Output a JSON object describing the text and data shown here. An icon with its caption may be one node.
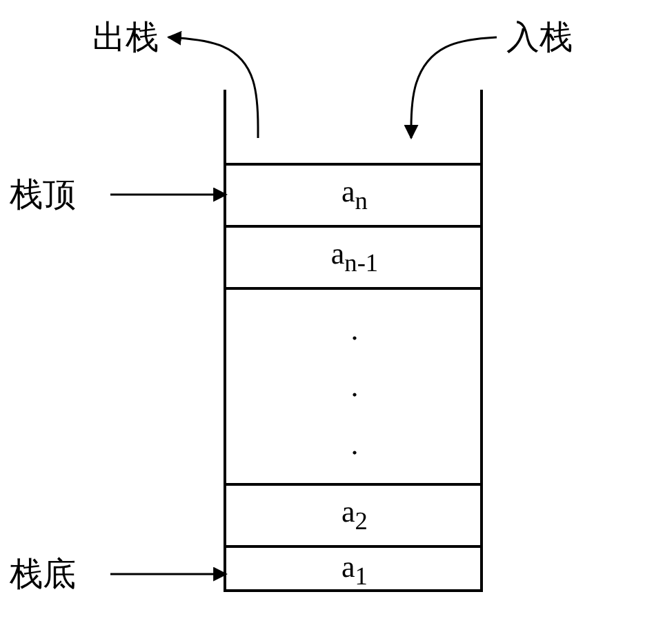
{
  "diagram": {
    "nodes": [
      {
        "text": [],
        "shape": "box"
      },
      {
        "text": [
          "a$_{n}$"
        ],
        "in": 0
      },
      {
        "text": [
          "a$_{n-1}$"
        ],
        "in": 0
      },
      {
        "text": [
          ".",
          ".",
          "."
        ],
        "in": 0
      },
      {
        "text": [
          "a$_{2}$"
        ],
        "in": 0
      },
      {
        "text": [
          "a$_{1}$"
        ],
        "in": 0
      },
      {
        "text": [
          "出栈"
        ]
      },
      {
        "text": [
          "入栈"
        ]
      },
      {
        "text": [
          "栈顶"
        ]
      },
      {
        "text": [
          "栈底"
        ]
      }
    ],
    "edges": [
      {
        "from": 0,
        "to": 6,
        "arrow": "to"
      },
      {
        "from": 7,
        "to": 0,
        "arrow": "to"
      },
      {
        "from": 8,
        "to": 1,
        "arrow": "to"
      },
      {
        "from": 9,
        "to": 5,
        "arrow": "to"
      }
    ]
  }
}
